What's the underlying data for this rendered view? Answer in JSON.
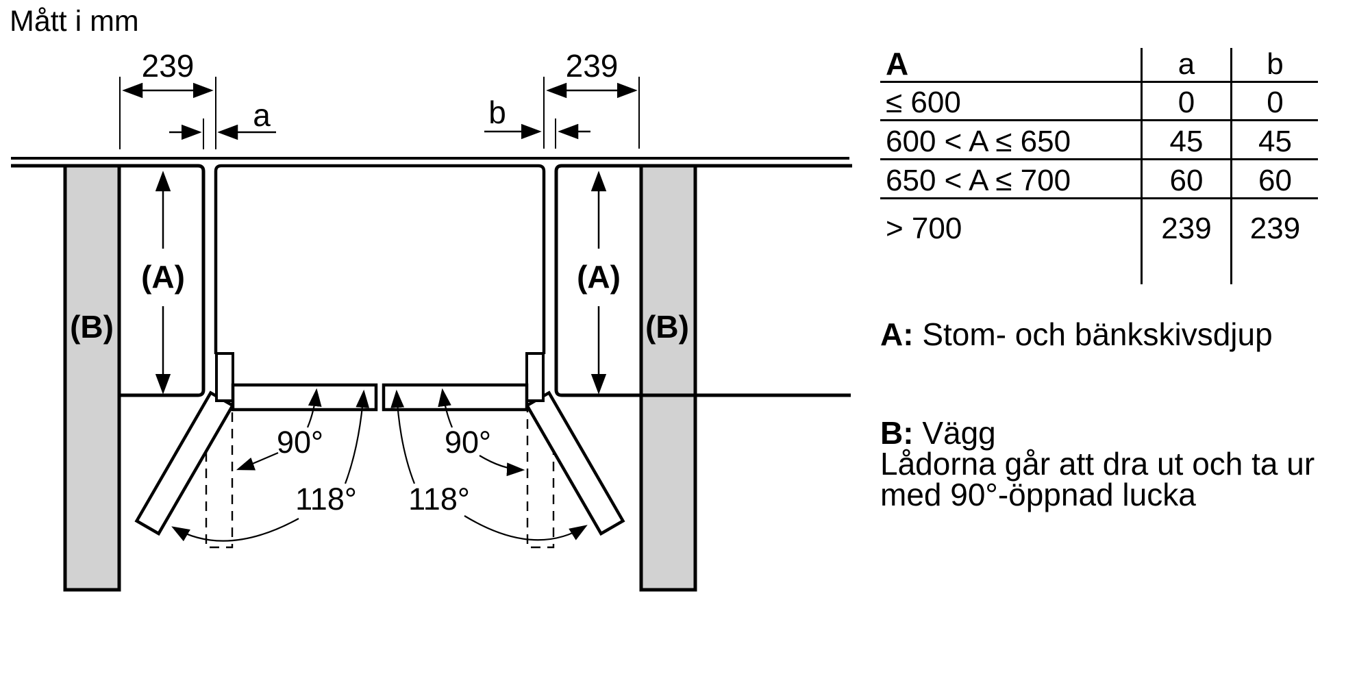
{
  "diagram": {
    "title": "Mått i mm",
    "dims": {
      "left_239": "239",
      "right_239": "239"
    },
    "gaps": {
      "a": "a",
      "b": "b"
    },
    "depth_label": "(A)",
    "wall_label": "(B)",
    "angles": {
      "open_90": "90°",
      "open_118": "118°"
    },
    "colors": {
      "wall_fill": "#d2d2d2",
      "line": "#000000"
    }
  },
  "table": {
    "col_headers": {
      "main": "A",
      "a": "a",
      "b": "b"
    },
    "rows": [
      {
        "label": "≤ 600",
        "a": "0",
        "b": "0"
      },
      {
        "label": "600 < A ≤ 650",
        "a": "45",
        "b": "45"
      },
      {
        "label": "650 < A ≤ 700",
        "a": "60",
        "b": "60"
      },
      {
        "label": "> 700",
        "a": "239",
        "b": "239"
      }
    ]
  },
  "notes": {
    "a_term": "A:",
    "a_desc": " Stom- och bänkskivsdjup",
    "b_term": "B:",
    "b_desc": " Vägg",
    "b_line2": "Lådorna går att dra ut och ta ur",
    "b_line3": "med 90°-öppnad lucka"
  }
}
